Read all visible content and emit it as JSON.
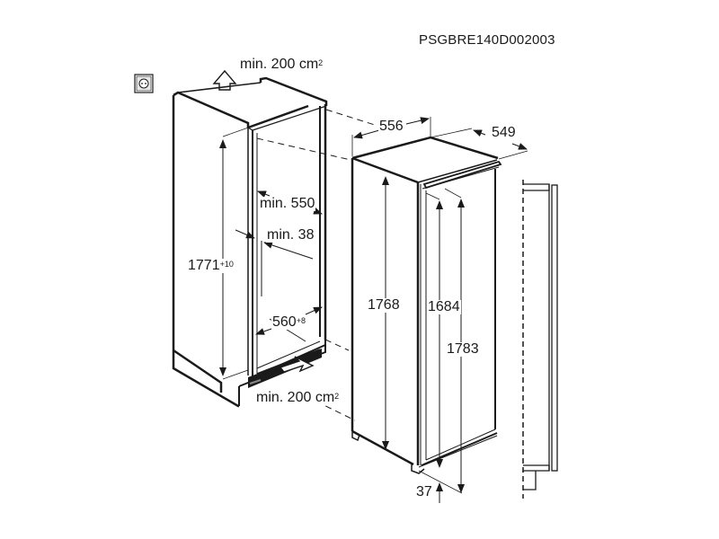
{
  "header": {
    "model_code": "PSGBRE140D002003"
  },
  "niche": {
    "ventilation_top": {
      "text": "min. 200 cm",
      "sup": "2"
    },
    "ventilation_bottom": {
      "text": "min. 200 cm",
      "sup": "2"
    },
    "height": {
      "value": "1771",
      "tolerance": "+10"
    },
    "depth": {
      "text": "min. 550"
    },
    "rear_gap": {
      "text": "min. 38"
    },
    "width": {
      "value": "560",
      "tolerance": "+8"
    },
    "socket_icon": "power-socket-icon"
  },
  "appliance": {
    "width": "556",
    "depth": "549",
    "body_height": "1768",
    "door_height": "1684",
    "total_height": "1783",
    "plinth_height": "37"
  },
  "door_profile": {
    "description": "side profile of door with mounting brackets"
  },
  "colors": {
    "line": "#1a1a1a",
    "background": "#ffffff",
    "vent_fill": "#1a1a1a"
  }
}
